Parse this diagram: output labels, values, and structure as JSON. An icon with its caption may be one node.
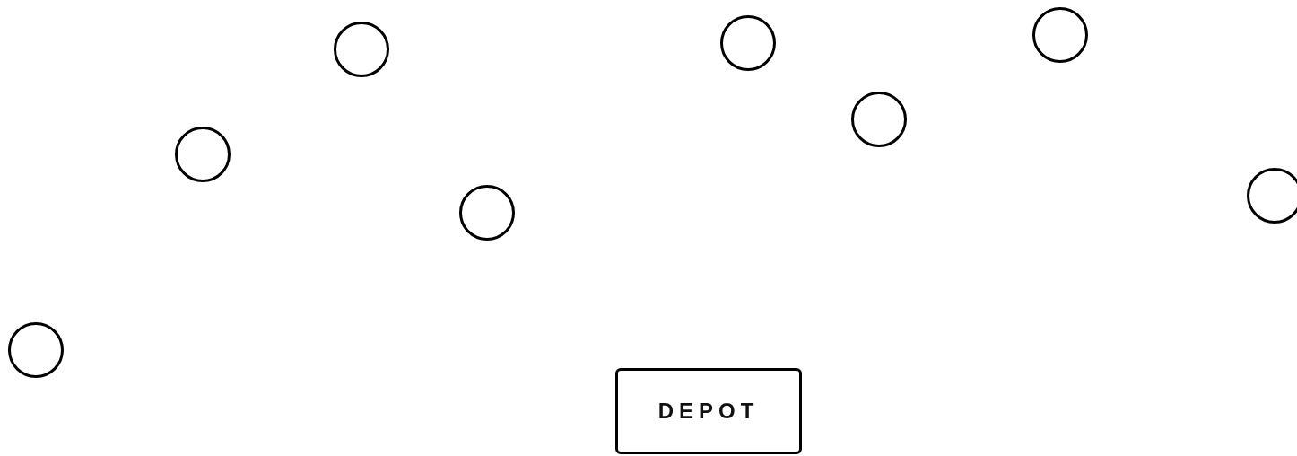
{
  "diagram": {
    "nodes": [
      {
        "text": [],
        "shape": "circle"
      },
      {
        "text": [],
        "shape": "circle"
      },
      {
        "text": [],
        "shape": "circle"
      },
      {
        "text": [],
        "shape": "circle"
      },
      {
        "text": [],
        "shape": "circle"
      },
      {
        "text": [],
        "shape": "circle"
      },
      {
        "text": [],
        "shape": "circle"
      },
      {
        "text": [],
        "shape": "circle"
      },
      {
        "text": [
          "DEPOT"
        ]
      }
    ]
  }
}
